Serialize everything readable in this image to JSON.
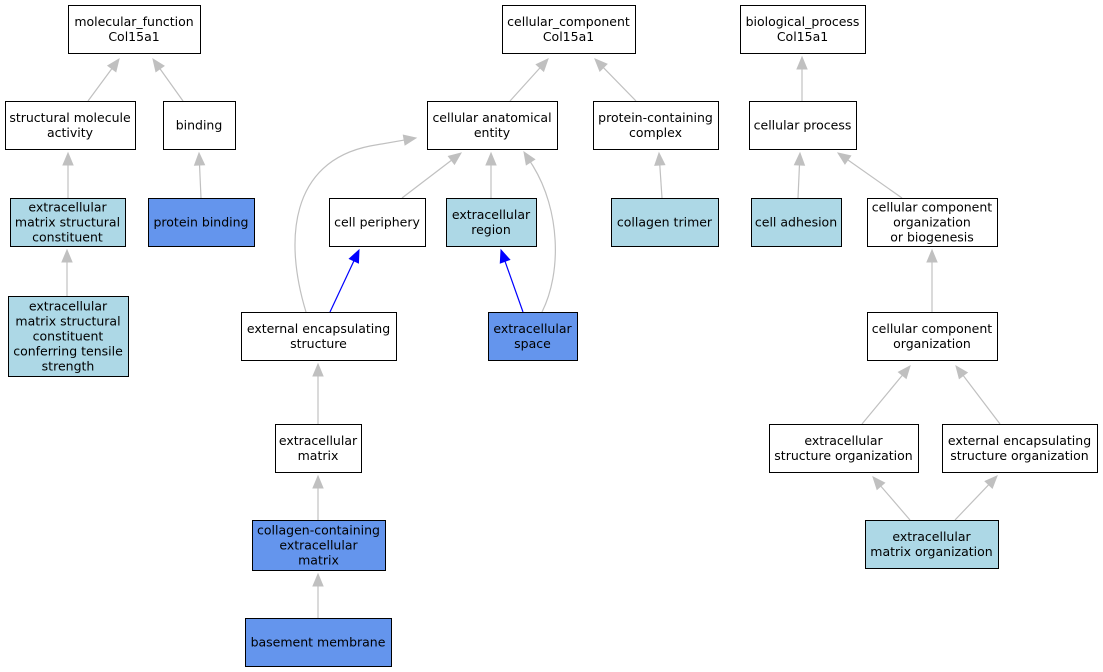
{
  "colors": {
    "none": "#ffffff",
    "light": "#add8e6",
    "dark": "#6495ed",
    "edge_gray": "#c0c0c0",
    "edge_blue": "#0000ff"
  },
  "nodes": [
    {
      "id": "mf",
      "lines": [
        "molecular_function",
        "Col15a1"
      ],
      "fill": "none"
    },
    {
      "id": "sma",
      "lines": [
        "structural molecule",
        "activity"
      ],
      "fill": "none"
    },
    {
      "id": "binding",
      "lines": [
        "binding"
      ],
      "fill": "none"
    },
    {
      "id": "emsc",
      "lines": [
        "extracellular",
        "matrix structural",
        "constituent"
      ],
      "fill": "light"
    },
    {
      "id": "pbind",
      "lines": [
        "protein binding"
      ],
      "fill": "dark"
    },
    {
      "id": "emscts",
      "lines": [
        "extracellular",
        "matrix structural",
        "constituent",
        "conferring tensile",
        "strength"
      ],
      "fill": "light"
    },
    {
      "id": "cc",
      "lines": [
        "cellular_component",
        "Col15a1"
      ],
      "fill": "none"
    },
    {
      "id": "cae",
      "lines": [
        "cellular anatomical",
        "entity"
      ],
      "fill": "none"
    },
    {
      "id": "pcc",
      "lines": [
        "protein-containing",
        "complex"
      ],
      "fill": "none"
    },
    {
      "id": "cper",
      "lines": [
        "cell periphery"
      ],
      "fill": "none"
    },
    {
      "id": "ecr",
      "lines": [
        "extracellular",
        "region"
      ],
      "fill": "light"
    },
    {
      "id": "coltri",
      "lines": [
        "collagen trimer"
      ],
      "fill": "light"
    },
    {
      "id": "ees",
      "lines": [
        "external encapsulating",
        "structure"
      ],
      "fill": "none"
    },
    {
      "id": "ecs",
      "lines": [
        "extracellular",
        "space"
      ],
      "fill": "dark"
    },
    {
      "id": "ecm",
      "lines": [
        "extracellular",
        "matrix"
      ],
      "fill": "none"
    },
    {
      "id": "ccecm",
      "lines": [
        "collagen-containing",
        "extracellular",
        "matrix"
      ],
      "fill": "dark"
    },
    {
      "id": "bm",
      "lines": [
        "basement membrane"
      ],
      "fill": "dark"
    },
    {
      "id": "bp",
      "lines": [
        "biological_process",
        "Col15a1"
      ],
      "fill": "none"
    },
    {
      "id": "cp",
      "lines": [
        "cellular process"
      ],
      "fill": "none"
    },
    {
      "id": "cadh",
      "lines": [
        "cell adhesion"
      ],
      "fill": "light"
    },
    {
      "id": "ccob",
      "lines": [
        "cellular component",
        "organization",
        "or biogenesis"
      ],
      "fill": "none"
    },
    {
      "id": "cco",
      "lines": [
        "cellular component",
        "organization"
      ],
      "fill": "none"
    },
    {
      "id": "eso",
      "lines": [
        "extracellular",
        "structure organization"
      ],
      "fill": "none"
    },
    {
      "id": "eeso",
      "lines": [
        "external encapsulating",
        "structure organization"
      ],
      "fill": "none"
    },
    {
      "id": "emo",
      "lines": [
        "extracellular",
        "matrix organization"
      ],
      "fill": "light"
    }
  ],
  "edges": [
    {
      "from": "sma",
      "to": "mf",
      "color": "edge_gray"
    },
    {
      "from": "binding",
      "to": "mf",
      "color": "edge_gray"
    },
    {
      "from": "emsc",
      "to": "sma",
      "color": "edge_gray"
    },
    {
      "from": "pbind",
      "to": "binding",
      "color": "edge_gray"
    },
    {
      "from": "emscts",
      "to": "emsc",
      "color": "edge_gray"
    },
    {
      "from": "cae",
      "to": "cc",
      "color": "edge_gray"
    },
    {
      "from": "pcc",
      "to": "cc",
      "color": "edge_gray"
    },
    {
      "from": "cper",
      "to": "cae",
      "color": "edge_gray"
    },
    {
      "from": "ecr",
      "to": "cae",
      "color": "edge_gray"
    },
    {
      "from": "ees",
      "to": "cae",
      "color": "edge_gray"
    },
    {
      "from": "ecs",
      "to": "cae",
      "color": "edge_gray"
    },
    {
      "from": "coltri",
      "to": "pcc",
      "color": "edge_gray"
    },
    {
      "from": "ees",
      "to": "cper",
      "color": "edge_blue"
    },
    {
      "from": "ecs",
      "to": "ecr",
      "color": "edge_blue"
    },
    {
      "from": "ecm",
      "to": "ees",
      "color": "edge_gray"
    },
    {
      "from": "ccecm",
      "to": "ecm",
      "color": "edge_gray"
    },
    {
      "from": "bm",
      "to": "ccecm",
      "color": "edge_gray"
    },
    {
      "from": "cp",
      "to": "bp",
      "color": "edge_gray"
    },
    {
      "from": "cadh",
      "to": "cp",
      "color": "edge_gray"
    },
    {
      "from": "ccob",
      "to": "cp",
      "color": "edge_gray"
    },
    {
      "from": "cco",
      "to": "ccob",
      "color": "edge_gray"
    },
    {
      "from": "eso",
      "to": "cco",
      "color": "edge_gray"
    },
    {
      "from": "eeso",
      "to": "cco",
      "color": "edge_gray"
    },
    {
      "from": "emo",
      "to": "eso",
      "color": "edge_gray"
    },
    {
      "from": "emo",
      "to": "eeso",
      "color": "edge_gray"
    }
  ]
}
